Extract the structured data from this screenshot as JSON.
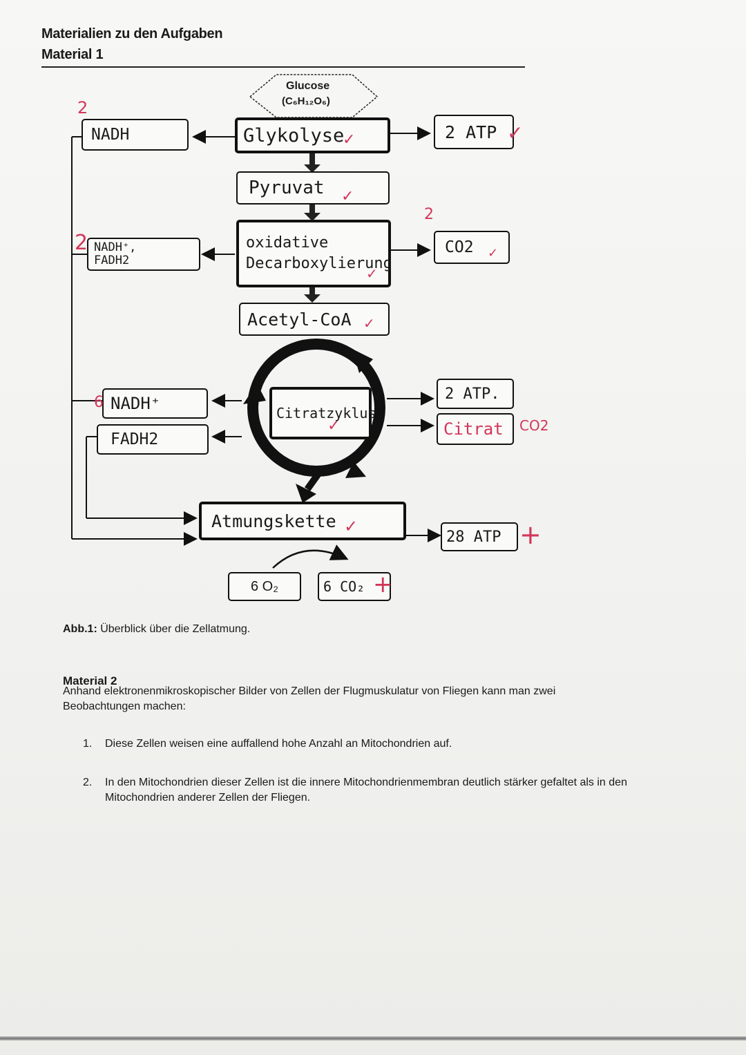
{
  "header": {
    "title": "Materialien zu den Aufgaben",
    "subtitle": "Material 1"
  },
  "diagram": {
    "glucose_label": "Glucose",
    "glucose_formula": "(C₆H₁₂O₆)",
    "glykolyse": "Glykolyse",
    "pyruvat": "Pyruvat",
    "decarboxylierung": "oxidative\nDecarboxylierung",
    "acetyl_coa": "Acetyl-CoA",
    "citratzyklus": "Citratzyklus",
    "atmungskette": "Atmungskette",
    "o2": "6 O₂",
    "co2_out": "6 CO₂",
    "left_nadh_1": "NADH",
    "left_nadh_fadh_2": "NADH⁺,\nFADH2",
    "left_nadh_3": "NADH⁺",
    "left_fadh_3": "FADH2",
    "right_atp_1": "2 ATP",
    "right_co2_2": "CO2",
    "right_atp_3": "2 ATP.",
    "right_citrat": "Citrat",
    "right_atp_4": "28 ATP",
    "annotations": {
      "two_top": "2",
      "two_mid": "2",
      "two_right": "2",
      "six": "6",
      "co2_margin": "CO2",
      "check": "✓",
      "plus": "+"
    }
  },
  "caption": {
    "label": "Abb.1:",
    "text": " Überblick über die Zellatmung."
  },
  "material2": {
    "title": "Material 2",
    "intro": "Anhand elektronenmikroskopischer Bilder von Zellen der Flugmuskulatur von Fliegen kann man zwei Beobachtungen machen:",
    "items": [
      {
        "num": "1.",
        "text": "Diese Zellen weisen eine auffallend hohe Anzahl an Mitochondrien auf."
      },
      {
        "num": "2.",
        "text": "In den Mitochondrien dieser Zellen ist die innere Mitochondrienmembran deutlich stärker gefaltet als in den Mitochondrien anderer Zellen der Fliegen."
      }
    ]
  },
  "colors": {
    "ink": "#111111",
    "red_pen": "#d2365a",
    "paper": "#f4f4f2"
  }
}
